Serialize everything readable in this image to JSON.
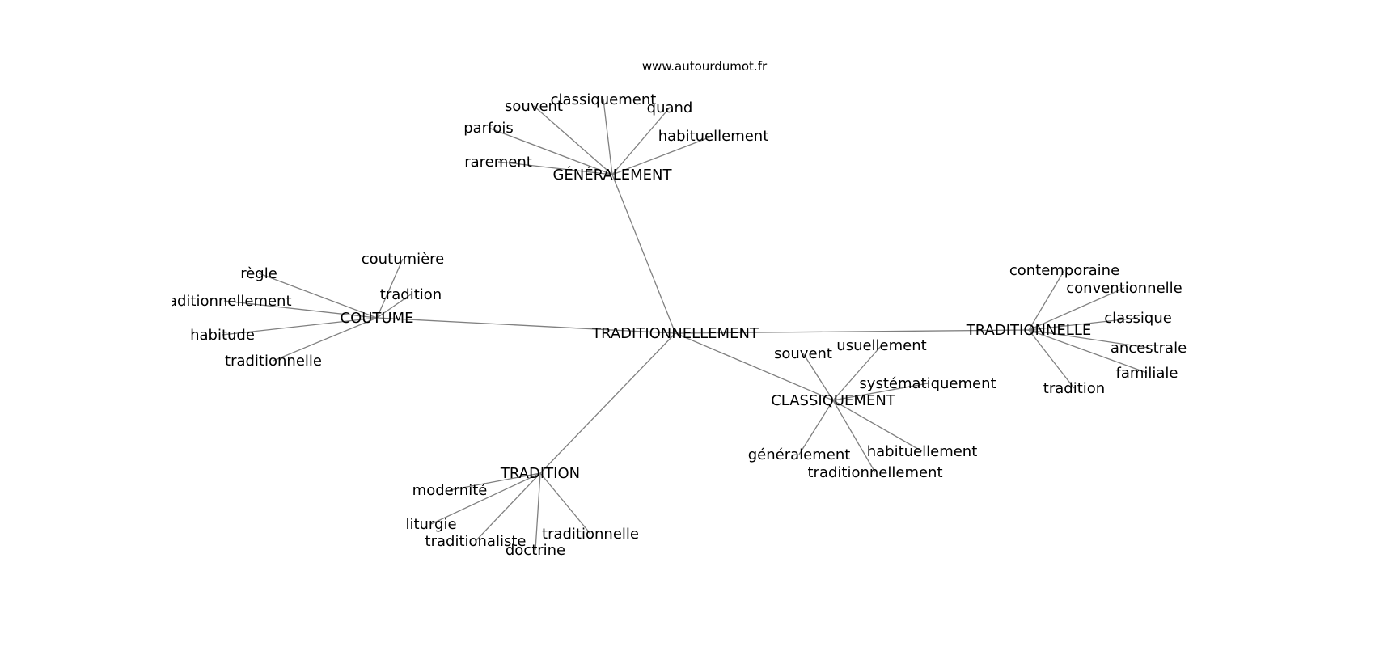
{
  "watermark": "www.autourdumot.fr",
  "nodes": [
    {
      "id": "n0",
      "label": "TRADITIONNELLEMENT"
    },
    {
      "id": "n1",
      "label": "GÉNÉRALEMENT"
    },
    {
      "id": "n2",
      "label": "rarement"
    },
    {
      "id": "n3",
      "label": "parfois"
    },
    {
      "id": "n4",
      "label": "souvent"
    },
    {
      "id": "n5",
      "label": "classiquement"
    },
    {
      "id": "n6",
      "label": "quand"
    },
    {
      "id": "n7",
      "label": "habituellement"
    },
    {
      "id": "n8",
      "label": "COUTUME"
    },
    {
      "id": "n9",
      "label": "règle"
    },
    {
      "id": "n10",
      "label": "traditionnellement"
    },
    {
      "id": "n11",
      "label": "habitude"
    },
    {
      "id": "n12",
      "label": "traditionnelle"
    },
    {
      "id": "n13",
      "label": "coutumière"
    },
    {
      "id": "n14",
      "label": "tradition"
    },
    {
      "id": "n15",
      "label": "TRADITIONNELLE"
    },
    {
      "id": "n16",
      "label": "contemporaine"
    },
    {
      "id": "n17",
      "label": "conventionnelle"
    },
    {
      "id": "n18",
      "label": "classique"
    },
    {
      "id": "n19",
      "label": "ancestrale"
    },
    {
      "id": "n20",
      "label": "familiale"
    },
    {
      "id": "n21",
      "label": "tradition"
    },
    {
      "id": "n22",
      "label": "CLASSIQUEMENT"
    },
    {
      "id": "n23",
      "label": "souvent"
    },
    {
      "id": "n24",
      "label": "usuellement"
    },
    {
      "id": "n25",
      "label": "systématiquement"
    },
    {
      "id": "n26",
      "label": "habituellement"
    },
    {
      "id": "n27",
      "label": "traditionnellement"
    },
    {
      "id": "n28",
      "label": "généralement"
    },
    {
      "id": "n29",
      "label": "TRADITION"
    },
    {
      "id": "n30",
      "label": "modernité"
    },
    {
      "id": "n31",
      "label": "liturgie"
    },
    {
      "id": "n32",
      "label": "traditionaliste"
    },
    {
      "id": "n33",
      "label": "doctrine"
    },
    {
      "id": "n34",
      "label": "traditionnelle"
    }
  ],
  "edges": [
    [
      "n0",
      "n1"
    ],
    [
      "n0",
      "n8"
    ],
    [
      "n0",
      "n15"
    ],
    [
      "n0",
      "n22"
    ],
    [
      "n0",
      "n29"
    ],
    [
      "n1",
      "n2"
    ],
    [
      "n1",
      "n3"
    ],
    [
      "n1",
      "n4"
    ],
    [
      "n1",
      "n5"
    ],
    [
      "n1",
      "n6"
    ],
    [
      "n1",
      "n7"
    ],
    [
      "n8",
      "n9"
    ],
    [
      "n8",
      "n10"
    ],
    [
      "n8",
      "n11"
    ],
    [
      "n8",
      "n12"
    ],
    [
      "n8",
      "n13"
    ],
    [
      "n8",
      "n14"
    ],
    [
      "n15",
      "n16"
    ],
    [
      "n15",
      "n17"
    ],
    [
      "n15",
      "n18"
    ],
    [
      "n15",
      "n19"
    ],
    [
      "n15",
      "n20"
    ],
    [
      "n15",
      "n21"
    ],
    [
      "n22",
      "n23"
    ],
    [
      "n22",
      "n24"
    ],
    [
      "n22",
      "n25"
    ],
    [
      "n22",
      "n26"
    ],
    [
      "n22",
      "n27"
    ],
    [
      "n22",
      "n28"
    ],
    [
      "n29",
      "n30"
    ],
    [
      "n29",
      "n31"
    ],
    [
      "n29",
      "n32"
    ],
    [
      "n29",
      "n33"
    ],
    [
      "n29",
      "n34"
    ]
  ],
  "colors": {
    "edge": "#808080",
    "text": "#000000"
  }
}
